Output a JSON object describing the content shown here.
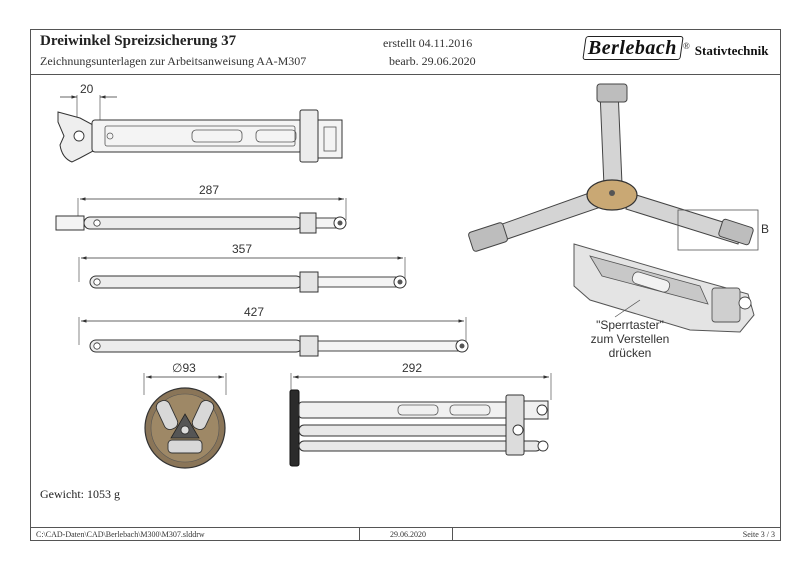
{
  "header": {
    "title": "Dreiwinkel Spreizsicherung 37",
    "subtitle": "Zeichnungsunterlagen zur Arbeitsanweisung AA-M307",
    "created": "erstellt 04.11.2016",
    "edited": "bearb. 29.06.2020",
    "logo_text": "Berlebach",
    "logo_registered": "®",
    "logo_suffix": "Stativtechnik"
  },
  "dimensions": {
    "top_width": "20",
    "len_287": "287",
    "len_357": "357",
    "len_427": "427",
    "diameter": "∅93",
    "side_length": "292"
  },
  "callouts": {
    "detail_label": "B",
    "note_line1": "\"Sperrtaster\"",
    "note_line2": "zum Verstellen",
    "note_line3": "drücken"
  },
  "weight": "Gewicht: 1053 g",
  "footer": {
    "path": "C:\\CAD-Daten\\CAD\\Berlebach\\M300\\M307.slddrw",
    "date": "29.06.2020",
    "page": "Seite 3  /  3"
  },
  "colors": {
    "line": "#333333",
    "part_fill": "#e4e4e4",
    "wood": "#b89a6a",
    "metal_dark": "#6d6d6d"
  }
}
